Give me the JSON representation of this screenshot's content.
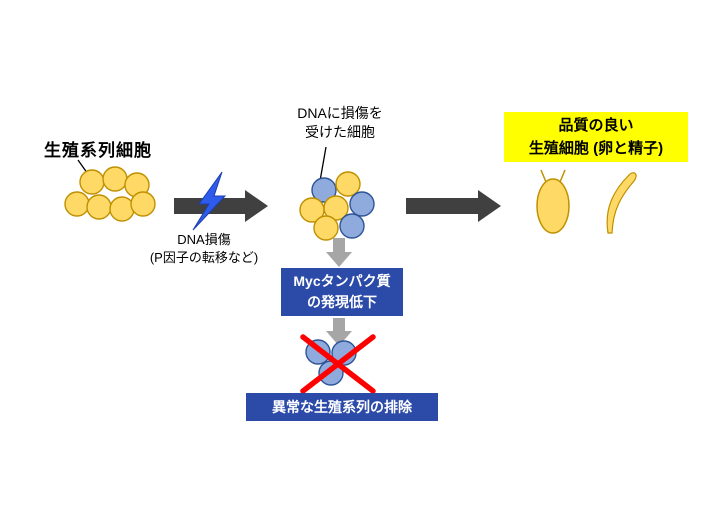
{
  "labels": {
    "germline_cells": "生殖系列細胞",
    "dna_damage": "DNA損傷",
    "dna_damage_detail": "(P因子の転移など)",
    "damaged_cells_line1": "DNAに損傷を",
    "damaged_cells_line2": "受けた細胞",
    "good_quality_line1": "品質の良い",
    "good_quality_line2": "生殖細胞 (卵と精子)",
    "myc_line1": "Mycタンパク質",
    "myc_line2": "の発現低下",
    "elimination": "異常な生殖系列の排除"
  },
  "colors": {
    "yellow_cell": "#FFD966",
    "yellow_cell_border": "#BF9000",
    "blue_cell": "#8FAADC",
    "blue_cell_border": "#2F5597",
    "highlight_box": "#FFFF00",
    "process_box": "#2C4AA8",
    "process_box_text": "#FFFFFF",
    "arrow_dark": "#404040",
    "arrow_gray": "#A6A6A6",
    "lightning": "#2E5BEC",
    "cross": "#FF0000",
    "text": "#000000"
  }
}
